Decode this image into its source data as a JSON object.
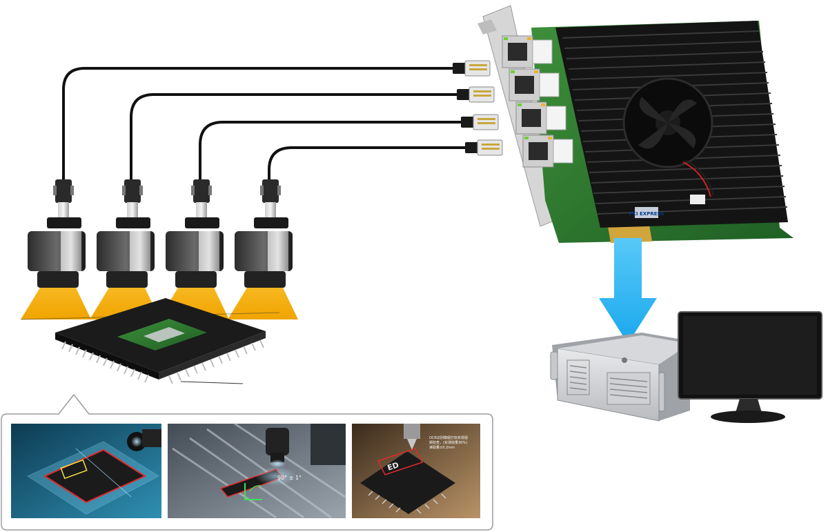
{
  "diagram": {
    "cameras": [
      {
        "id": "camera-1"
      },
      {
        "id": "camera-2"
      },
      {
        "id": "camera-3"
      },
      {
        "id": "camera-4"
      }
    ],
    "card": {
      "ports": 4,
      "badge": "PCI EXPRESS"
    },
    "arrow_color": "#33b8f2",
    "light_color": "#f6b31c",
    "thumbnails": [
      {
        "id": "chip-inspection"
      },
      {
        "id": "angle-measure",
        "measure": "90° ± 1°"
      },
      {
        "id": "ocr-reading",
        "note_lines": [
          "OCR识别模组打标实现视",
          "频检查，(实测效果30%)",
          "读取量±0.2mm"
        ]
      }
    ]
  }
}
